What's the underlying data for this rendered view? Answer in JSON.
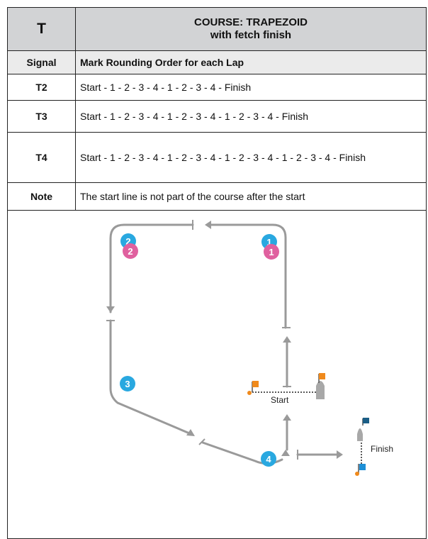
{
  "header": {
    "code": "T",
    "title_line1": "COURSE: TRAPEZOID",
    "title_line2": "with fetch finish"
  },
  "columns": {
    "signal": "Signal",
    "order": "Mark Rounding Order for each Lap"
  },
  "rows": [
    {
      "signal": "T2",
      "order": "Start - 1 - 2 - 3 - 4 - 1 - 2 - 3 - 4 - Finish"
    },
    {
      "signal": "T3",
      "order": "Start - 1 - 2 - 3 - 4 - 1 - 2 - 3 - 4 - 1 - 2 - 3 - 4 - Finish"
    },
    {
      "signal": "T4",
      "order": "Start - 1 - 2 - 3 - 4 - 1 - 2 - 3 - 4 - 1 - 2 - 3 - 4 - 1 - 2 - 3 - 4 - Finish"
    }
  ],
  "note": {
    "label": "Note",
    "text": "The start line is not part of the course after the start"
  },
  "diagram": {
    "marks": [
      {
        "label": "1",
        "color": "#29a8e0"
      },
      {
        "label": "1",
        "color": "#e0609f"
      },
      {
        "label": "2",
        "color": "#29a8e0"
      },
      {
        "label": "2",
        "color": "#e0609f"
      },
      {
        "label": "3",
        "color": "#29a8e0"
      },
      {
        "label": "4",
        "color": "#29a8e0"
      }
    ],
    "start_label": "Start",
    "finish_label": "Finish",
    "colors": {
      "course_line": "#9a9a9a",
      "boat": "#a8a8a8",
      "orange_flag": "#f08a1c",
      "blue_flag": "#1d8fd6",
      "dark_flag": "#1b5e86"
    }
  }
}
